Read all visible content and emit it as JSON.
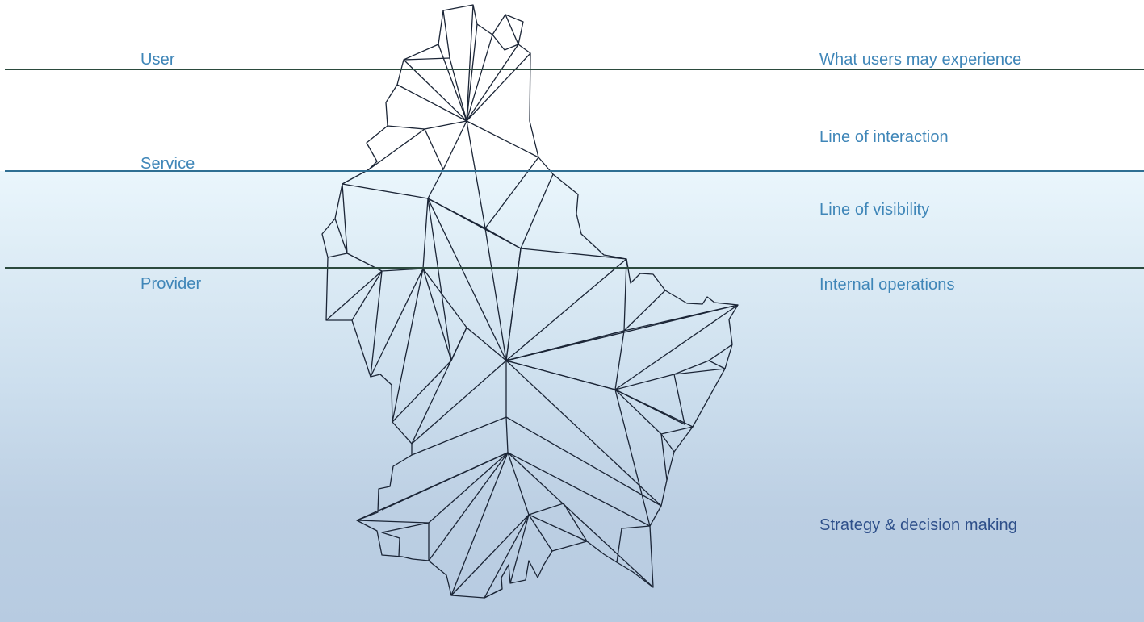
{
  "diagram": {
    "left_labels": {
      "user": "User",
      "service": "Service",
      "provider": "Provider"
    },
    "right_labels": {
      "experience": "What users may experience",
      "interaction": "Line of interaction",
      "visibility": "Line of visibility",
      "internal": "Internal operations",
      "strategy": "Strategy & decision making"
    },
    "colors": {
      "label_light": "#3f86b8",
      "label_dark": "#2e4f8a",
      "line_interaction": "#2b4a3d",
      "line_visibility": "#2f6f93",
      "line_internal": "#2b4a3d",
      "water_top": "#eaf6fc",
      "water_bottom": "#b7cbe1",
      "iceberg_stroke": "#1b2536"
    },
    "icon": "polygonal-iceberg"
  }
}
